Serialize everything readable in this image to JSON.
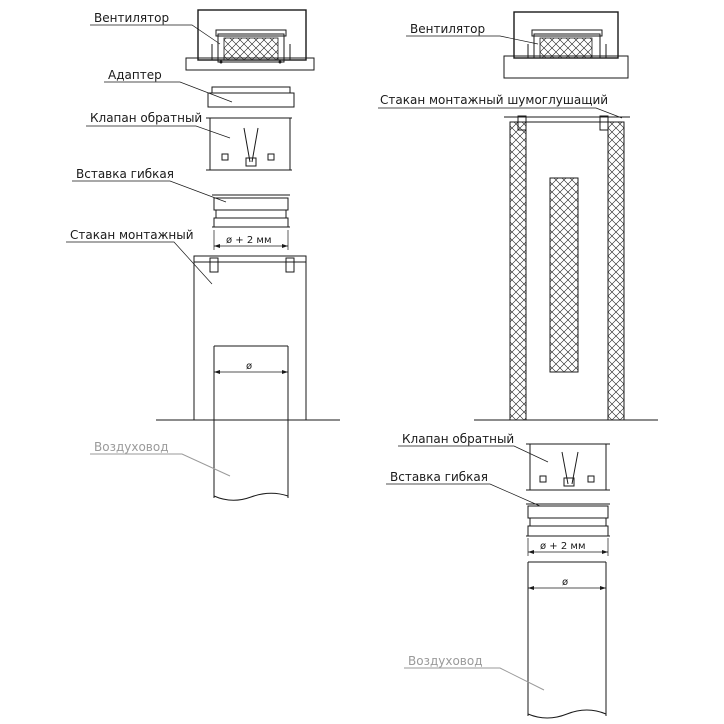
{
  "left": {
    "fan_label": "Вентилятор",
    "adapter_label": "Адаптер",
    "valve_label": "Клапан обратный",
    "flex_label": "Вставка гибкая",
    "flex_dim": "ø + 2 мм",
    "mount_label": "Стакан монтажный",
    "duct_dim": "ø",
    "duct_label": "Воздуховод"
  },
  "right": {
    "fan_label": "Вентилятор",
    "mount_label": "Стакан монтажный шумоглушащий",
    "valve_label": "Клапан обратный",
    "flex_label": "Вставка гибкая",
    "flex_dim": "ø + 2 мм",
    "duct_dim": "ø",
    "duct_label": "Воздуховод"
  },
  "colors": {
    "line": "#1a1a1a",
    "muted": "#9a9a9a",
    "background": "#ffffff"
  }
}
